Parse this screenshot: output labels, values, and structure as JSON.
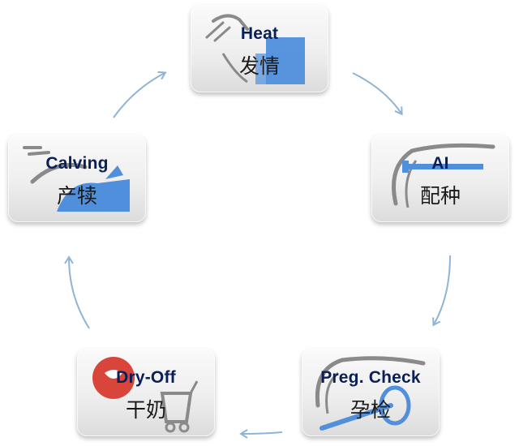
{
  "diagram": {
    "stages": [
      {
        "en": "Heat",
        "zh": "发情",
        "icon": "heat-icon"
      },
      {
        "en": "AI",
        "zh": "配种",
        "icon": "insemination-icon"
      },
      {
        "en": "Preg. Check",
        "zh": "孕检",
        "icon": "pregnancy-check-icon"
      },
      {
        "en": "Dry-Off",
        "zh": "干奶",
        "icon": "dry-off-icon"
      },
      {
        "en": "Calving",
        "zh": "产犊",
        "icon": "calving-icon"
      }
    ],
    "colors": {
      "tile_text": "#0a1f55",
      "accent_blue": "#4f8fdc",
      "arrow": "#8fb4d6",
      "icon_gray": "#8a8a8a",
      "dry_off_badge": "#d9453a"
    }
  }
}
